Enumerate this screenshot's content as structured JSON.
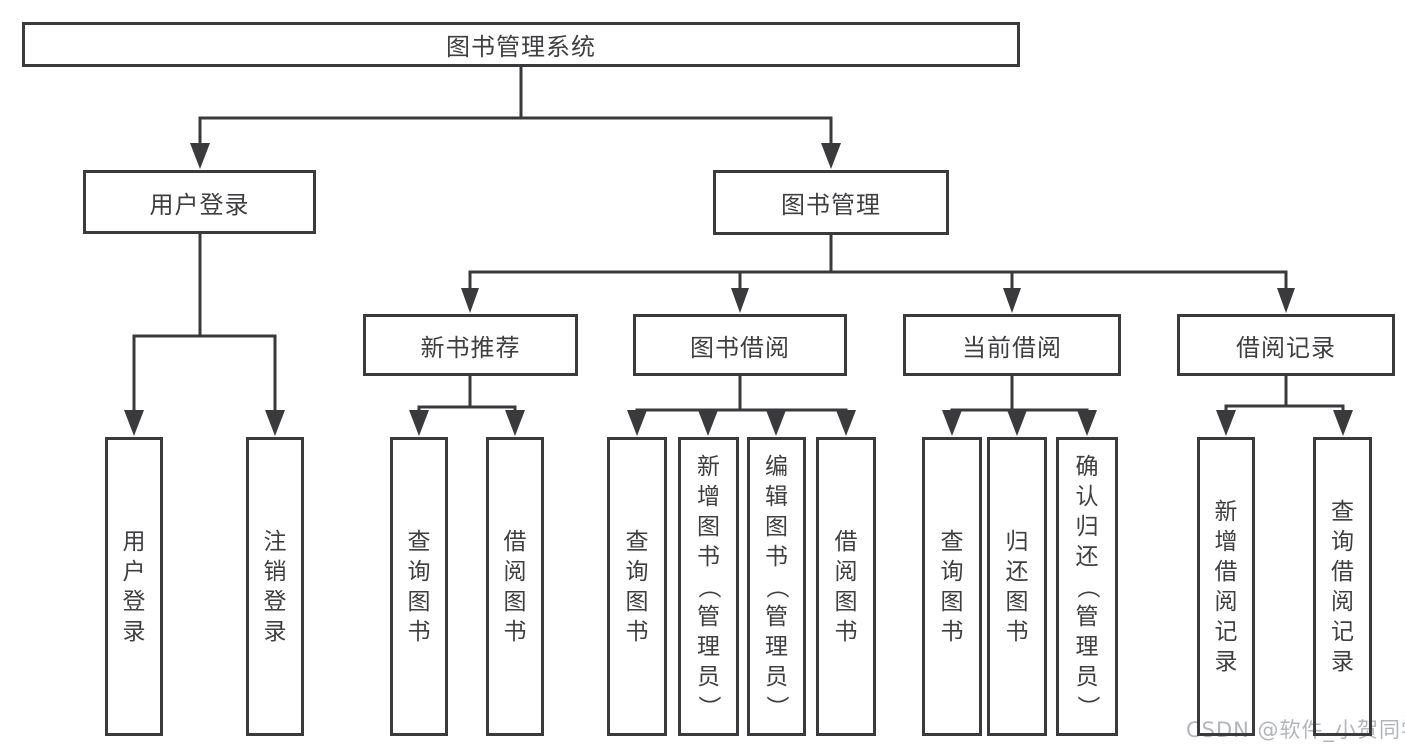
{
  "diagram": {
    "root": {
      "label": "图书管理系统"
    },
    "branches": [
      {
        "label": "用户登录",
        "children": [
          {
            "label": "用户登录"
          },
          {
            "label": "注销登录"
          }
        ]
      },
      {
        "label": "图书管理",
        "children": [
          {
            "label": "新书推荐",
            "children": [
              {
                "label": "查询图书"
              },
              {
                "label": "借阅图书"
              }
            ]
          },
          {
            "label": "图书借阅",
            "children": [
              {
                "label": "查询图书"
              },
              {
                "label": "新增图书（管理员）"
              },
              {
                "label": "编辑图书（管理员）"
              },
              {
                "label": "借阅图书"
              }
            ]
          },
          {
            "label": "当前借阅",
            "children": [
              {
                "label": "查询图书"
              },
              {
                "label": "归还图书"
              },
              {
                "label": "确认归还（管理员）"
              }
            ]
          },
          {
            "label": "借阅记录",
            "children": [
              {
                "label": "新增借阅记录"
              },
              {
                "label": "查询借阅记录"
              }
            ]
          }
        ]
      }
    ]
  },
  "watermark": {
    "text": "CSDN @软件_小贺同学"
  },
  "colors": {
    "line": "#3a3a3c",
    "text": "#3f3f41",
    "background": "#ffffff",
    "watermark": "#b2b5b9"
  }
}
